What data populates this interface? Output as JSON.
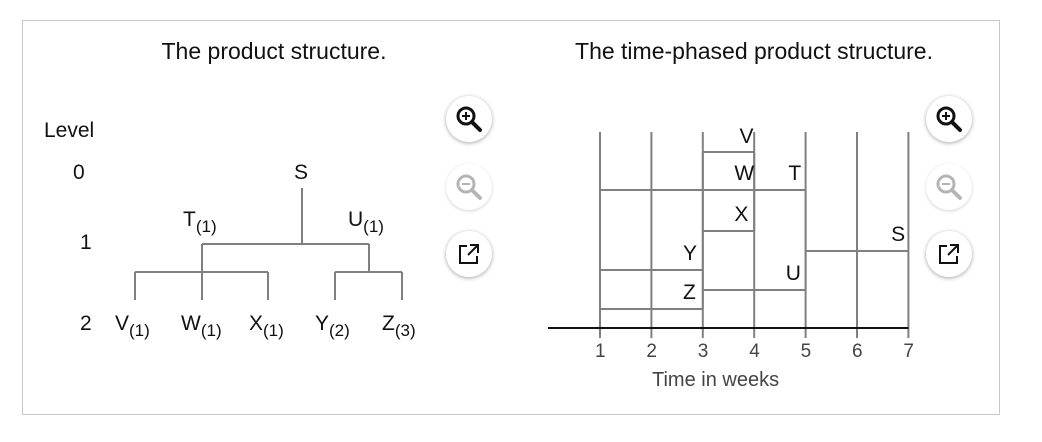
{
  "left_panel": {
    "title": "The product structure.",
    "level_header": "Level",
    "levels": [
      "0",
      "1",
      "2"
    ],
    "nodes": {
      "S": {
        "name": "S",
        "qty": ""
      },
      "T": {
        "name": "T",
        "qty": "(1)"
      },
      "U": {
        "name": "U",
        "qty": "(1)"
      },
      "V": {
        "name": "V",
        "qty": "(1)"
      },
      "W": {
        "name": "W",
        "qty": "(1)"
      },
      "X": {
        "name": "X",
        "qty": "(1)"
      },
      "Y": {
        "name": "Y",
        "qty": "(2)"
      },
      "Z": {
        "name": "Z",
        "qty": "(3)"
      }
    }
  },
  "right_panel": {
    "title": "The time-phased product structure.",
    "xlabel": "Time in weeks",
    "ticks": [
      "1",
      "2",
      "3",
      "4",
      "5",
      "6",
      "7"
    ],
    "bars": [
      {
        "label": "V",
        "start": 3,
        "end": 4
      },
      {
        "label": "W",
        "start": 3,
        "end": 4
      },
      {
        "label": "T",
        "start": 1,
        "end": 5
      },
      {
        "label": "X",
        "start": 3,
        "end": 4
      },
      {
        "label": "S",
        "start": 5,
        "end": 7
      },
      {
        "label": "Y",
        "start": 1,
        "end": 3
      },
      {
        "label": "U",
        "start": 3,
        "end": 5
      },
      {
        "label": "Z",
        "start": 1,
        "end": 3
      }
    ]
  },
  "toolbar": {
    "zoom_in": "magnifier-plus-icon",
    "zoom_out": "magnifier-minus-icon",
    "popout": "external-link-icon"
  },
  "colors": {
    "line": "#808080",
    "text": "#111111",
    "border": "#c8c8c8"
  }
}
